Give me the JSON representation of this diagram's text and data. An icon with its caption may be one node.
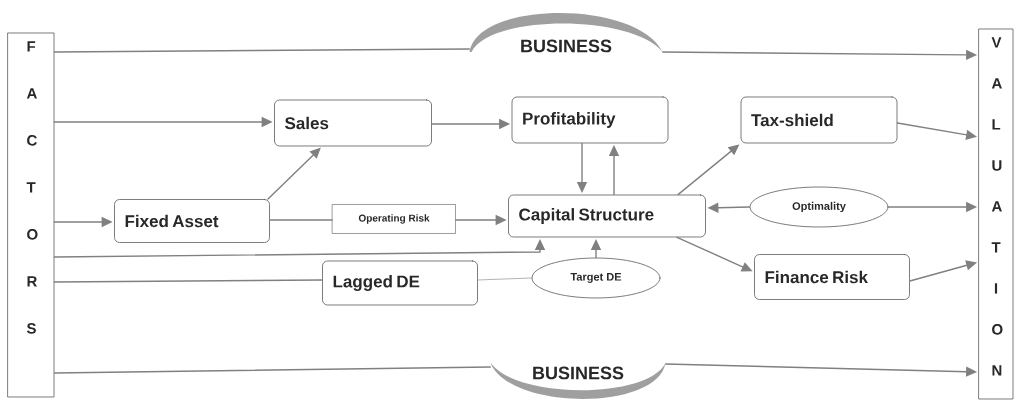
{
  "diagram": {
    "nodes": [
      {
        "text": [
          "F A C T O R S"
        ]
      },
      {
        "text": [
          "V A L U A T I O N"
        ]
      },
      {
        "text": [
          "BUSINESS"
        ]
      },
      {
        "text": [
          "BUSINESS"
        ]
      },
      {
        "text": [
          "Sales"
        ]
      },
      {
        "text": [
          "Profitability"
        ]
      },
      {
        "text": [
          "Tax-shield"
        ]
      },
      {
        "text": [
          "Fixed Asset"
        ]
      },
      {
        "text": [
          "Operating Risk"
        ]
      },
      {
        "text": [
          "Capital Structure"
        ]
      },
      {
        "text": [
          "Optimality"
        ]
      },
      {
        "text": [
          "Lagged DE"
        ]
      },
      {
        "text": [
          "Target DE"
        ]
      },
      {
        "text": [
          "Finance Risk"
        ]
      }
    ],
    "edges": [
      {
        "from": 0,
        "to": 2,
        "arrow": "none"
      },
      {
        "from": 2,
        "to": 1,
        "arrow": "to"
      },
      {
        "from": 0,
        "to": 4,
        "arrow": "to"
      },
      {
        "from": 4,
        "to": 5,
        "arrow": "to"
      },
      {
        "from": 7,
        "to": 4,
        "arrow": "to"
      },
      {
        "from": 0,
        "to": 7,
        "arrow": "to"
      },
      {
        "from": 7,
        "to": 8,
        "arrow": "none"
      },
      {
        "from": 8,
        "to": 9,
        "arrow": "to"
      },
      {
        "from": 5,
        "to": 9,
        "arrow": "to"
      },
      {
        "from": 9,
        "to": 5,
        "arrow": "to"
      },
      {
        "from": 9,
        "to": 6,
        "arrow": "to"
      },
      {
        "from": 10,
        "to": 9,
        "arrow": "to"
      },
      {
        "from": 10,
        "to": 1,
        "arrow": "to"
      },
      {
        "from": 6,
        "to": 1,
        "arrow": "to"
      },
      {
        "from": 0,
        "to": 9,
        "arrow": "to"
      },
      {
        "from": 0,
        "to": 11,
        "arrow": "none"
      },
      {
        "from": 11,
        "to": 12,
        "arrow": "none"
      },
      {
        "from": 12,
        "to": 9,
        "arrow": "to"
      },
      {
        "from": 9,
        "to": 13,
        "arrow": "to"
      },
      {
        "from": 13,
        "to": 1,
        "arrow": "to"
      },
      {
        "from": 0,
        "to": 3,
        "arrow": "none"
      },
      {
        "from": 3,
        "to": 1,
        "arrow": "to"
      }
    ]
  }
}
